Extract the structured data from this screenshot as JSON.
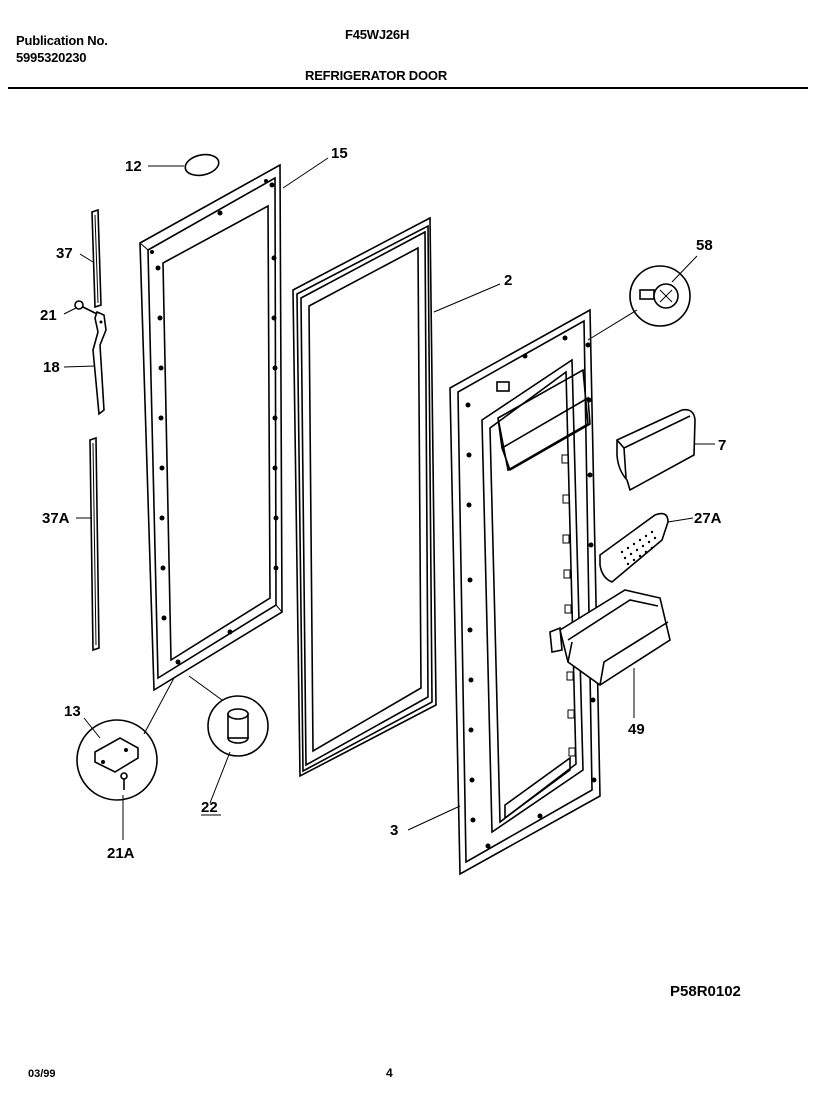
{
  "header": {
    "publication_label": "Publication No.",
    "publication_number": "5995320230",
    "model": "F45WJ26H",
    "title": "REFRIGERATOR DOOR"
  },
  "diagram_code": "P58R0102",
  "footer": {
    "date": "03/99",
    "page": "4"
  },
  "callouts": {
    "c12": "12",
    "c15": "15",
    "c37": "37",
    "c21": "21",
    "c18": "18",
    "c37a": "37A",
    "c2": "2",
    "c58": "58",
    "c7": "7",
    "c27a": "27A",
    "c49": "49",
    "c13": "13",
    "c22": "22",
    "c21a": "21A",
    "c3": "3"
  }
}
